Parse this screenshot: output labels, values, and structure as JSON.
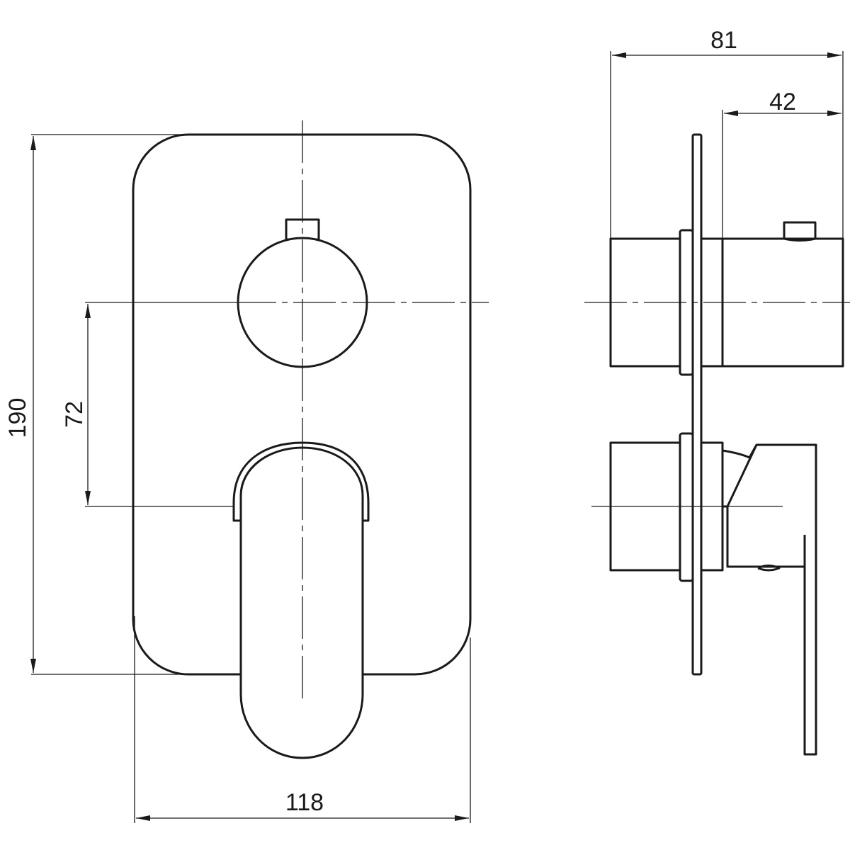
{
  "drawing": {
    "dimensions": {
      "height": "190",
      "spacing": "72",
      "width": "118",
      "depth_total": "81",
      "depth_front": "42"
    },
    "line_color": "#1a1a1a"
  }
}
